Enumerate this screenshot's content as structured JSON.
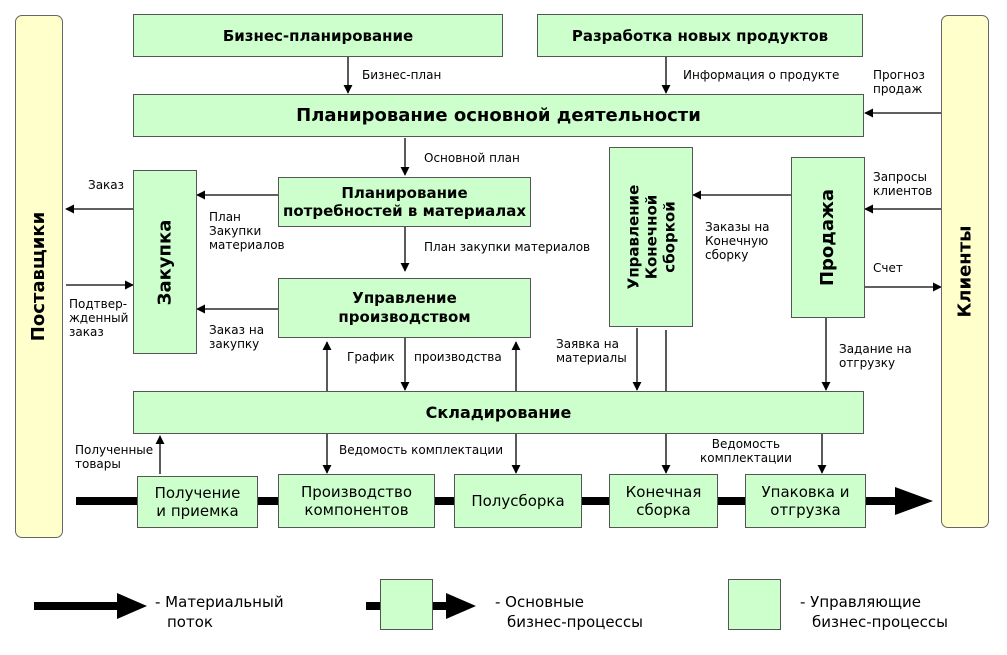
{
  "top_boxes": {
    "business_planning": "Бизнес-планирование",
    "new_products": "Разработка новых продуктов"
  },
  "main_planning": "Планирование основной деятельности",
  "mrp": [
    "Планирование",
    "потребностей в материалах"
  ],
  "production_mgmt": [
    "Управление",
    "производством"
  ],
  "purchasing": "Закупка",
  "final_assembly_mgmt": [
    "Управление",
    "Конечной",
    "сборкой"
  ],
  "sales": "Продажа",
  "warehousing": "Складирование",
  "suppliers": "Поставщики",
  "customers": "Клиенты",
  "flow_boxes": [
    [
      "Получение",
      "и приемка"
    ],
    [
      "Производство",
      "компонентов"
    ],
    [
      "Полусборка"
    ],
    [
      "Конечная",
      "сборка"
    ],
    [
      "Упаковка и",
      "отгрузка"
    ]
  ],
  "labels": {
    "business_plan": "Бизнес-план",
    "product_info": "Информация о продукте",
    "sales_forecast": [
      "Прогноз",
      "продаж"
    ],
    "master_plan": "Основной план",
    "order": "Заказ",
    "material_purchase_plan": [
      "План",
      "Закупки",
      "материалов"
    ],
    "purchase_plan_materials": "План закупки материалов",
    "customer_requests": [
      "Запросы",
      "клиентов"
    ],
    "final_assembly_orders": [
      "Заказы на",
      "Конечную",
      "сборку"
    ],
    "invoice": "Счет",
    "confirmed_order": [
      "Подтвер-",
      "жденный",
      "заказ"
    ],
    "purchase_order": [
      "Заказ на",
      "закупку"
    ],
    "schedule": "График",
    "production": "производства",
    "material_request": [
      "Заявка на",
      "материалы"
    ],
    "shipping_task": [
      "Задание на",
      "отгрузку"
    ],
    "received_goods": [
      "Полученные",
      "товары"
    ],
    "kit_list_1": "Ведомость комплектации",
    "kit_list_2": [
      "Ведомость",
      "комплектации"
    ]
  },
  "legend": {
    "material_flow": [
      "- Материальный",
      "поток"
    ],
    "core_processes": [
      "- Основные",
      "бизнес-процессы"
    ],
    "management_processes": [
      "- Управляющие",
      "бизнес-процессы"
    ]
  }
}
